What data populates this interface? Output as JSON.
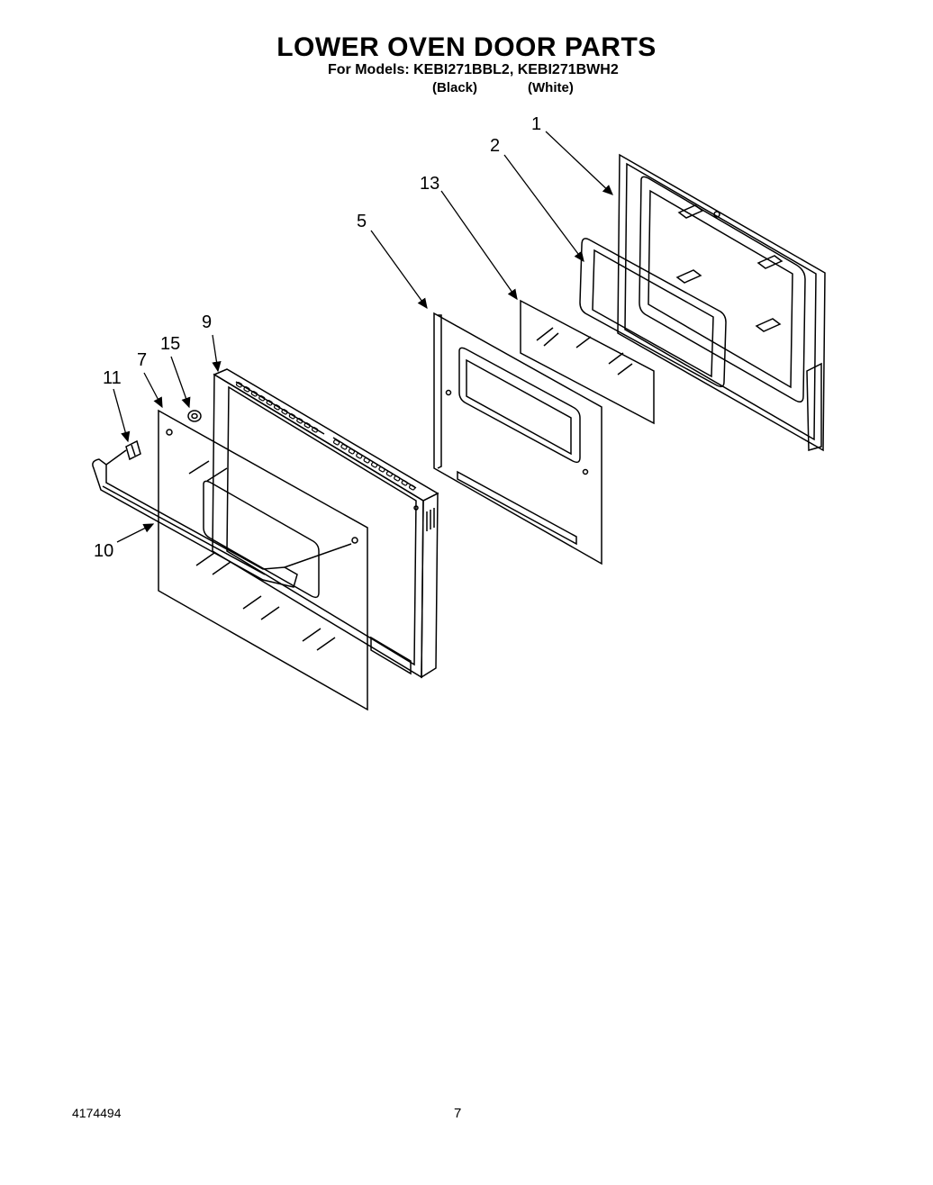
{
  "header": {
    "title": "LOWER OVEN DOOR PARTS",
    "models_line": "For Models: KEBI271BBL2, KEBI271BWH2",
    "variant_black": "(Black)",
    "variant_white": "(White)"
  },
  "callouts": {
    "p1": "1",
    "p2": "2",
    "p13": "13",
    "p5": "5",
    "p9": "9",
    "p15": "15",
    "p7": "7",
    "p11": "11",
    "p10": "10"
  },
  "footer": {
    "doc_number": "4174494",
    "page_number": "7"
  }
}
